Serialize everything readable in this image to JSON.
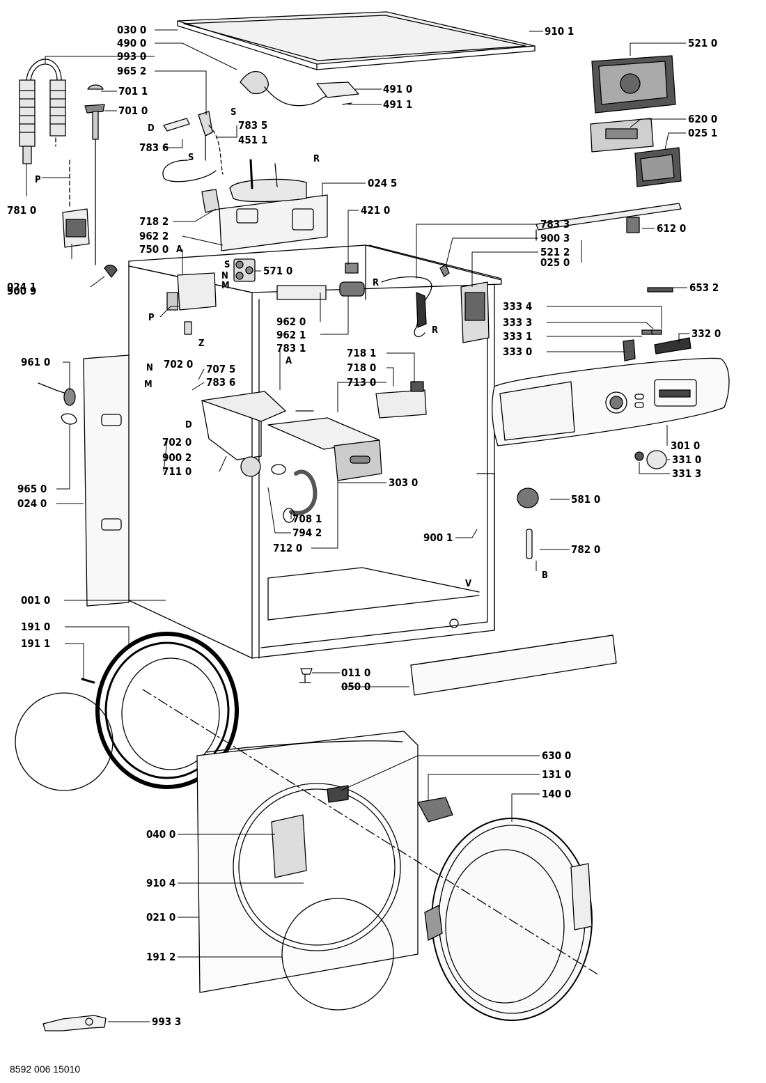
{
  "document_number": "8592 006 15010",
  "callouts": {
    "top_cover": "030 0",
    "mains_cable": "490 0",
    "drain_hose": "993 0",
    "hose_clip": "965 2",
    "hose_support_cap": "701 1",
    "hose_support": "701 0",
    "inlet_pipe_s": "783 5",
    "inlet_pipe_d": "783 6",
    "screw_top": "910 1",
    "control_board": "521 0",
    "cable_clamp": "491 0",
    "cable_screw": "491 1",
    "display_board": "620 0",
    "board_housing": "025 1",
    "heater_harness": "451 1",
    "harness_bracket": "024 5",
    "drain_outlet": "781 0",
    "rear_bracket": "024 1",
    "clip_rear": "900 9",
    "dispenser_pipe": "718 2",
    "strap": "962 2",
    "filter": "750 0",
    "inlet_valve": "571 0",
    "interference_filter": "421 0",
    "pressure_hose": "783 3",
    "clip_hose": "900 3",
    "module": "521 2",
    "cross_member": "025 0",
    "cross_member_part": "612 0",
    "rod": "653 2",
    "button_a": "333 4",
    "button_b": "333 3",
    "button_c": "333 1",
    "button_d": "333 0",
    "button_strip": "332 0",
    "bracket_962_0": "962 0",
    "bracket_962_1": "962 1",
    "hose_783_1": "783 1",
    "side_panel_weight": "961 0",
    "connector_702_0": "702 0",
    "connector_707_5": "707 5",
    "hose_783_6": "783 6",
    "connector_702_0_b": "702 0",
    "clamp_900_2": "900 2",
    "dispenser_housing": "711 0",
    "dispenser_drawer_718_1": "718 1",
    "dispenser_drawer_718_0": "718 0",
    "siphon_713_0": "713 0",
    "control_panel": "301 0",
    "knob": "331 0",
    "knob_cap": "331 3",
    "drawer_front": "303 0",
    "pressure_switch": "581 0",
    "fixing_965_0": "965 0",
    "side_panel": "024 0",
    "clamp_708_1": "708 1",
    "bellows_794_2": "794 2",
    "hose_712_0": "712 0",
    "cable_tie_900_1": "900 1",
    "fuse_782_0": "782 0",
    "cabinet": "001 0",
    "door_seal": "191 0",
    "spring": "191 1",
    "foot": "011 0",
    "plinth": "050 0",
    "door_lock": "630 0",
    "door_catch": "131 0",
    "door_assembly": "140 0",
    "hinge": "040 0",
    "screw_910_4": "910 4",
    "front_panel": "021 0",
    "clamp_ring": "191 2",
    "tool": "993 3"
  },
  "letters": {
    "P": "P",
    "Z": "Z",
    "A": "A",
    "D": "D",
    "S": "S",
    "N": "N",
    "M": "M",
    "R": "R",
    "B": "B",
    "V": "V"
  }
}
